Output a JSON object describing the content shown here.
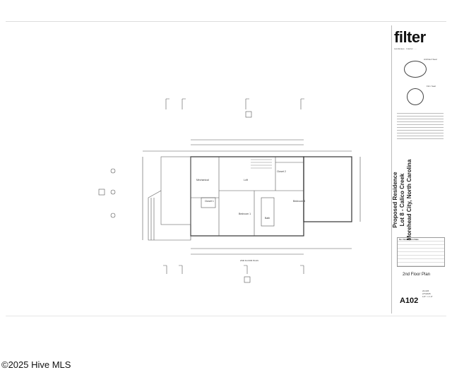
{
  "title_block": {
    "firm_logo": "filter",
    "firm_tagline": "Landscape · Interior · ...",
    "seal_top_label": "Architect Seal",
    "seal_bottom_label": "Firm Seal",
    "project_name": "Proposed Residence",
    "project_lot": "Lot 8 - Calico Creek",
    "project_city": "Morehead City, North Carolina",
    "revision_header": "No.   Description   Date",
    "sheet_name": "2nd Floor Plan",
    "sheet_number": "A102",
    "meta_project_number": "24-026",
    "meta_date": "2/7/2025",
    "meta_scale": "1/4\" = 1'-0\""
  },
  "plan": {
    "rooms": [
      "Mechanical",
      "Loft",
      "Closet 1",
      "Closet 2",
      "Bedroom 1",
      "Bedroom 3",
      "Bath"
    ],
    "drawing_title": "2ND FLOOR PLAN"
  },
  "watermark": "©2025 Hive MLS"
}
